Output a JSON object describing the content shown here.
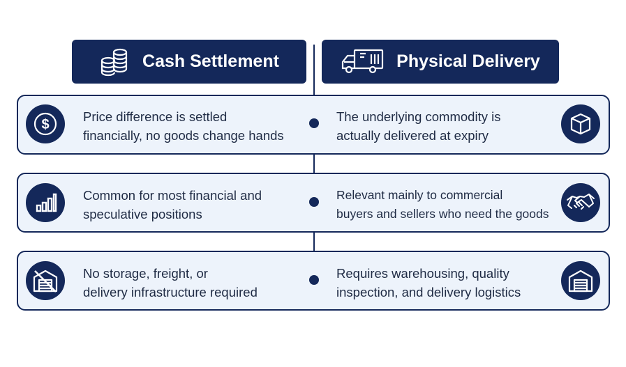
{
  "headers": {
    "left": "Cash Settlement",
    "left_icon": "coins-stack-icon",
    "right": "Physical Delivery",
    "right_icon": "delivery-truck-icon"
  },
  "rows": [
    {
      "left_icon": "dollar-coin-icon",
      "left_lines": [
        "Price difference is settled",
        "financially, no goods change hands"
      ],
      "right_lines": [
        "The underlying commodity is",
        "actually delivered at expiry"
      ],
      "right_icon": "package-box-icon"
    },
    {
      "left_icon": "bar-chart-icon",
      "left_lines": [
        "Common for most financial and",
        "speculative positions"
      ],
      "right_lines": [
        "Relevant mainly to commercial",
        "buyers and sellers who need the goods"
      ],
      "right_icon": "handshake-icon"
    },
    {
      "left_icon": "no-warehouse-icon",
      "left_lines": [
        "No storage, freight, or",
        "delivery infrastructure required"
      ],
      "right_lines": [
        "Requires warehousing, quality",
        "inspection, and delivery logistics"
      ],
      "right_icon": "warehouse-icon"
    }
  ],
  "colors": {
    "navy": "#14285a",
    "row_fill": "#edf3fb",
    "text": "#1f2b44"
  }
}
